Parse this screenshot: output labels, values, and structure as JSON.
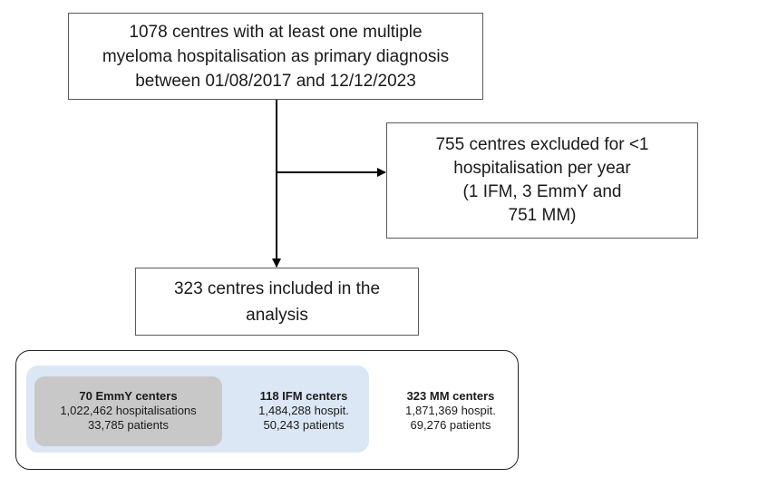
{
  "flowchart": {
    "top_box": {
      "lines": [
        "1078 centres with at least one multiple",
        "myeloma hospitalisation as primary diagnosis",
        "between 01/08/2017 and 12/12/2023"
      ]
    },
    "excluded_box": {
      "lines": [
        "755 centres excluded for <1",
        "hospitalisation per year",
        "(1 IFM, 3 EmmY and",
        "751 MM)"
      ]
    },
    "included_box": {
      "lines": [
        "323 centres included in the",
        "analysis"
      ]
    }
  },
  "summary": {
    "groups": [
      {
        "title": "70 EmmY centers",
        "line1": "1,022,462 hospitalisations",
        "line2": "33,785 patients"
      },
      {
        "title": "118 IFM centers",
        "line1": "1,484,288 hospit.",
        "line2": "50,243 patients"
      },
      {
        "title": "323 MM centers",
        "line1": "1,871,369 hospit.",
        "line2": "69,276 patients"
      }
    ]
  },
  "colors": {
    "emmy_panel": "#c8c8c8",
    "ifm_panel": "#dbe7f4",
    "border": "#5a5a5a",
    "arrow": "#000000"
  }
}
